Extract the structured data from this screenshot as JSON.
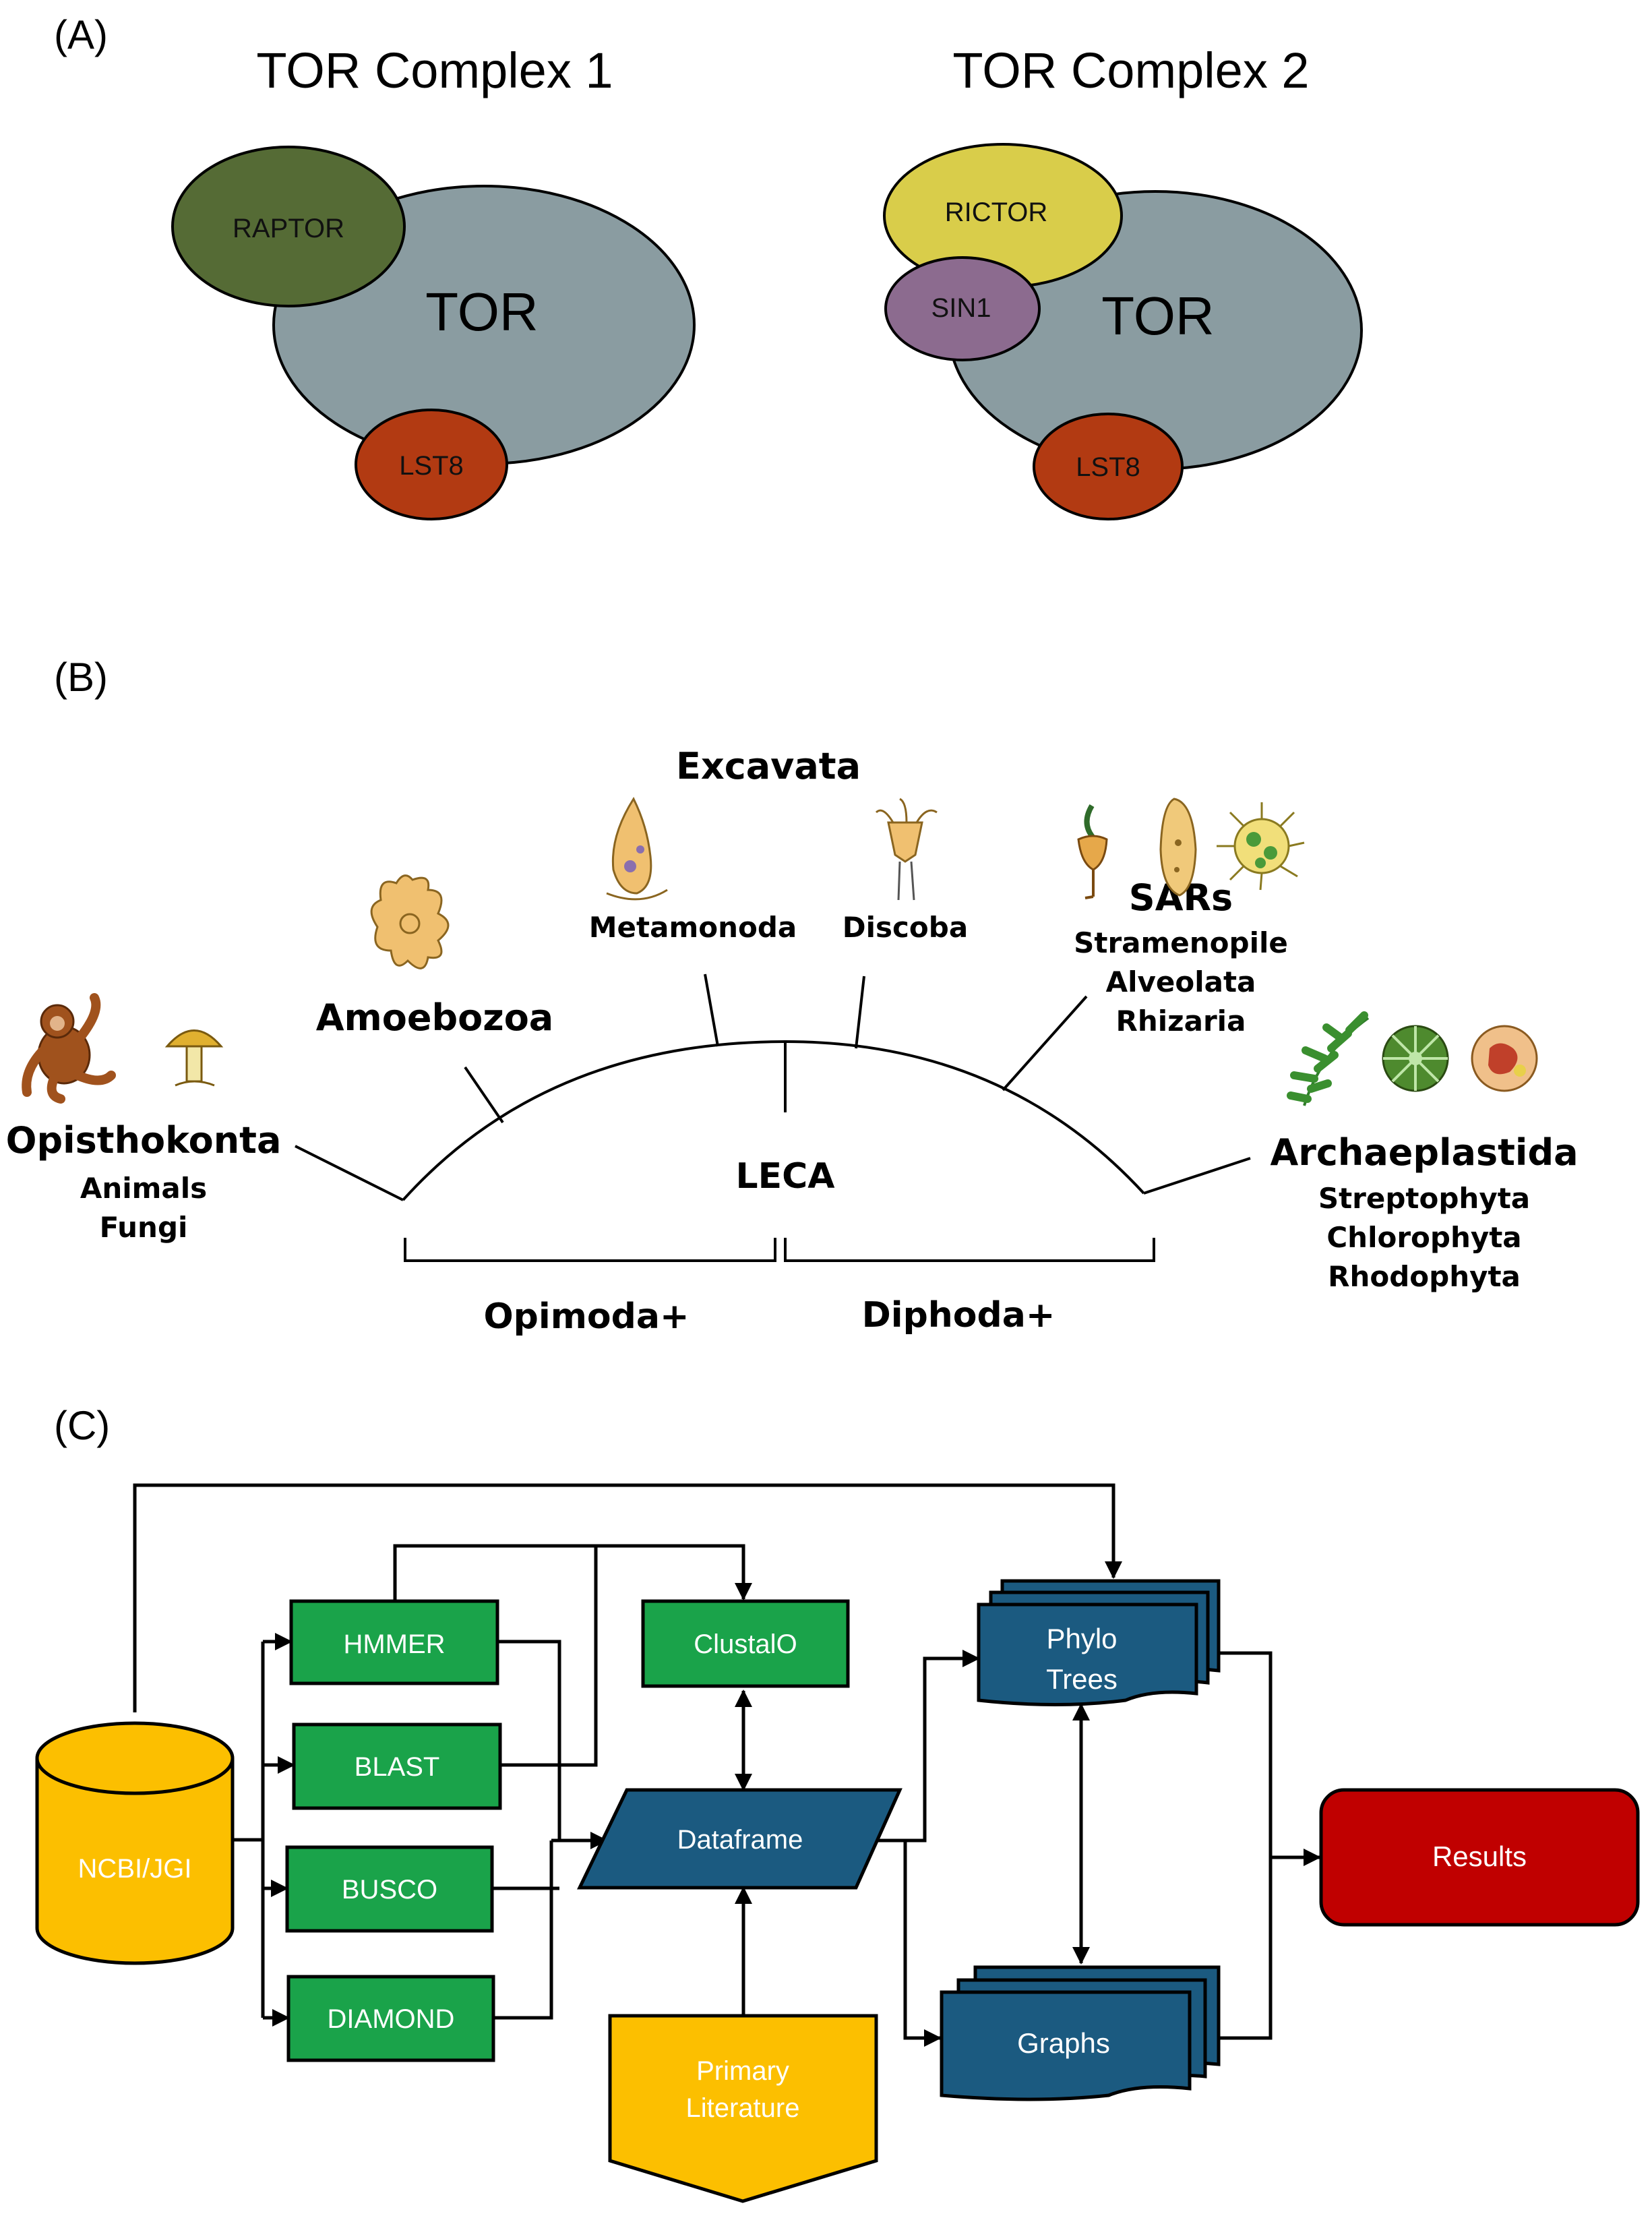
{
  "panel_a": {
    "label": "(A)",
    "complex1": {
      "title": "TOR Complex 1",
      "tor": "TOR",
      "raptor": "RAPTOR",
      "lst8": "LST8"
    },
    "complex2": {
      "title": "TOR Complex 2",
      "tor": "TOR",
      "rictor": "RICTOR",
      "sin1": "SIN1",
      "lst8": "LST8"
    },
    "colors": {
      "tor": "#8a9ca1",
      "raptor": "#556b35",
      "lst8": "#b23a12",
      "rictor": "#d9cd4a",
      "sin1": "#8c6b8f"
    }
  },
  "panel_b": {
    "label": "(B)",
    "root": "LECA",
    "groups": {
      "opisthokonta": {
        "name": "Opisthokonta",
        "subs": [
          "Animals",
          "Fungi"
        ]
      },
      "amoebozoa": {
        "name": "Amoebozoa"
      },
      "excavata": {
        "name": "Excavata"
      },
      "metamonoda": {
        "name": "Metamonoda"
      },
      "discoba": {
        "name": "Discoba"
      },
      "sars": {
        "name": "SARs",
        "subs": [
          "Stramenopile",
          "Alveolata",
          "Rhizaria"
        ]
      },
      "archaeplastida": {
        "name": "Archaeplastida",
        "subs": [
          "Streptophyta",
          "Chlorophyta",
          "Rhodophyta"
        ]
      }
    },
    "brackets": {
      "left": "Opimoda+",
      "right": "Diphoda+"
    },
    "icons": [
      "orangutan-icon",
      "mushroom-icon",
      "amoeba-icon",
      "metamonad-icon",
      "discoba-icon",
      "stramenopile-icon",
      "alveolate-icon",
      "rhizaria-icon",
      "fern-icon",
      "green-alga-icon",
      "red-alga-icon"
    ]
  },
  "panel_c": {
    "label": "(C)",
    "nodes": {
      "ncbi": "NCBI/JGI",
      "hmmer": "HMMER",
      "blast": "BLAST",
      "busco": "BUSCO",
      "diamond": "DIAMOND",
      "clustalo": "ClustalO",
      "dataframe": "Dataframe",
      "primary_line1": "Primary",
      "primary_line2": "Literature",
      "phylo_line1": "Phylo",
      "phylo_line2": "Trees",
      "graphs": "Graphs",
      "results": "Results"
    },
    "colors": {
      "tool": "#1aa34a",
      "db": "#fcbf00",
      "doc": "#1b5a80",
      "results": "#c00000"
    }
  }
}
